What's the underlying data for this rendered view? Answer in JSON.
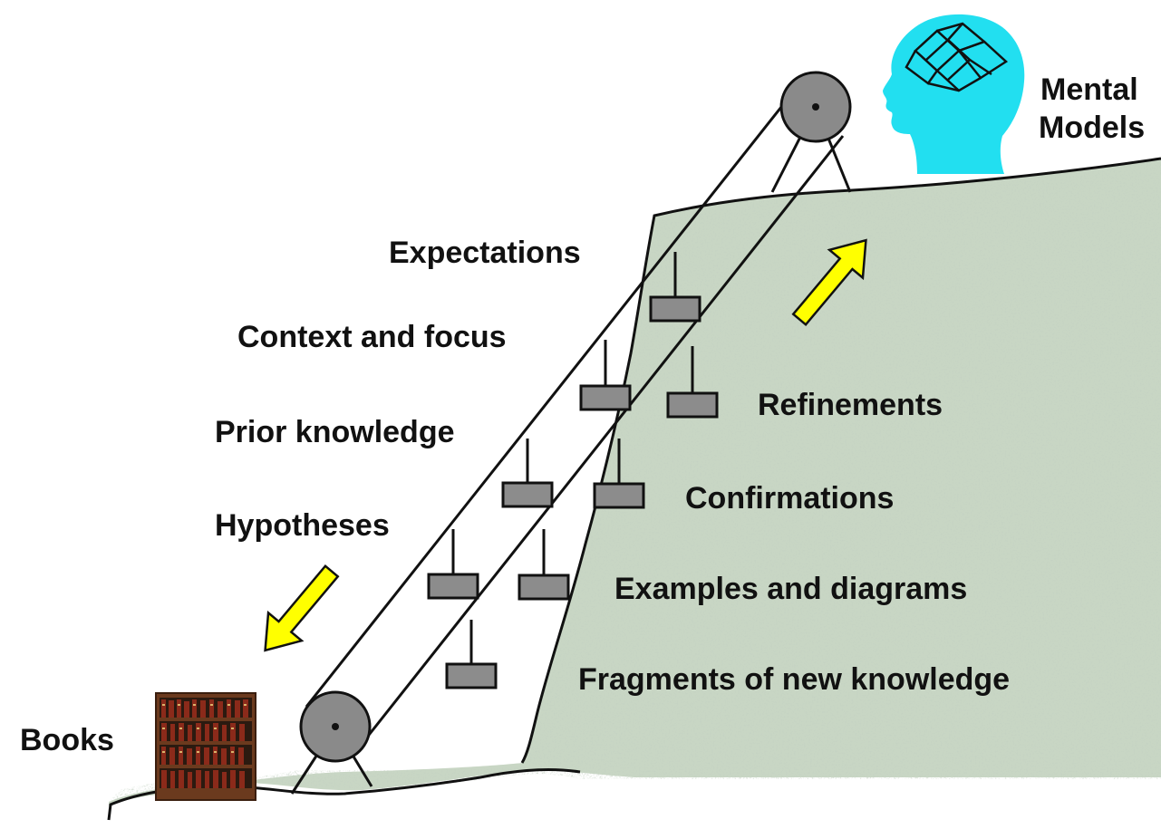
{
  "labels": {
    "mental_models_line1": "Mental",
    "mental_models_line2": "Models",
    "expectations": "Expectations",
    "context_and_focus": "Context and focus",
    "prior_knowledge": "Prior knowledge",
    "hypotheses": "Hypotheses",
    "books": "Books",
    "refinements": "Refinements",
    "confirmations": "Confirmations",
    "examples_and_diagrams": "Examples and diagrams",
    "fragments_of_new_knowledge": "Fragments of new knowledge"
  },
  "colors": {
    "hill_fill": "#c8d6c4",
    "hill_speckle": "#9fb39c",
    "outline": "#111111",
    "pulley": "#8a8a8a",
    "bucket": "#8c8c8c",
    "arrow": "#ffff00",
    "head": "#22dff0",
    "shelf_wood": "#6b3a1e",
    "book_red": "#8b2a1a"
  },
  "icons": {
    "head": "head-silhouette-icon",
    "network": "network-graph-icon",
    "bookcase": "bookcase-icon",
    "arrow_up": "arrow-up-right-icon",
    "arrow_down": "arrow-down-left-icon",
    "pulley": "pulley-icon"
  }
}
